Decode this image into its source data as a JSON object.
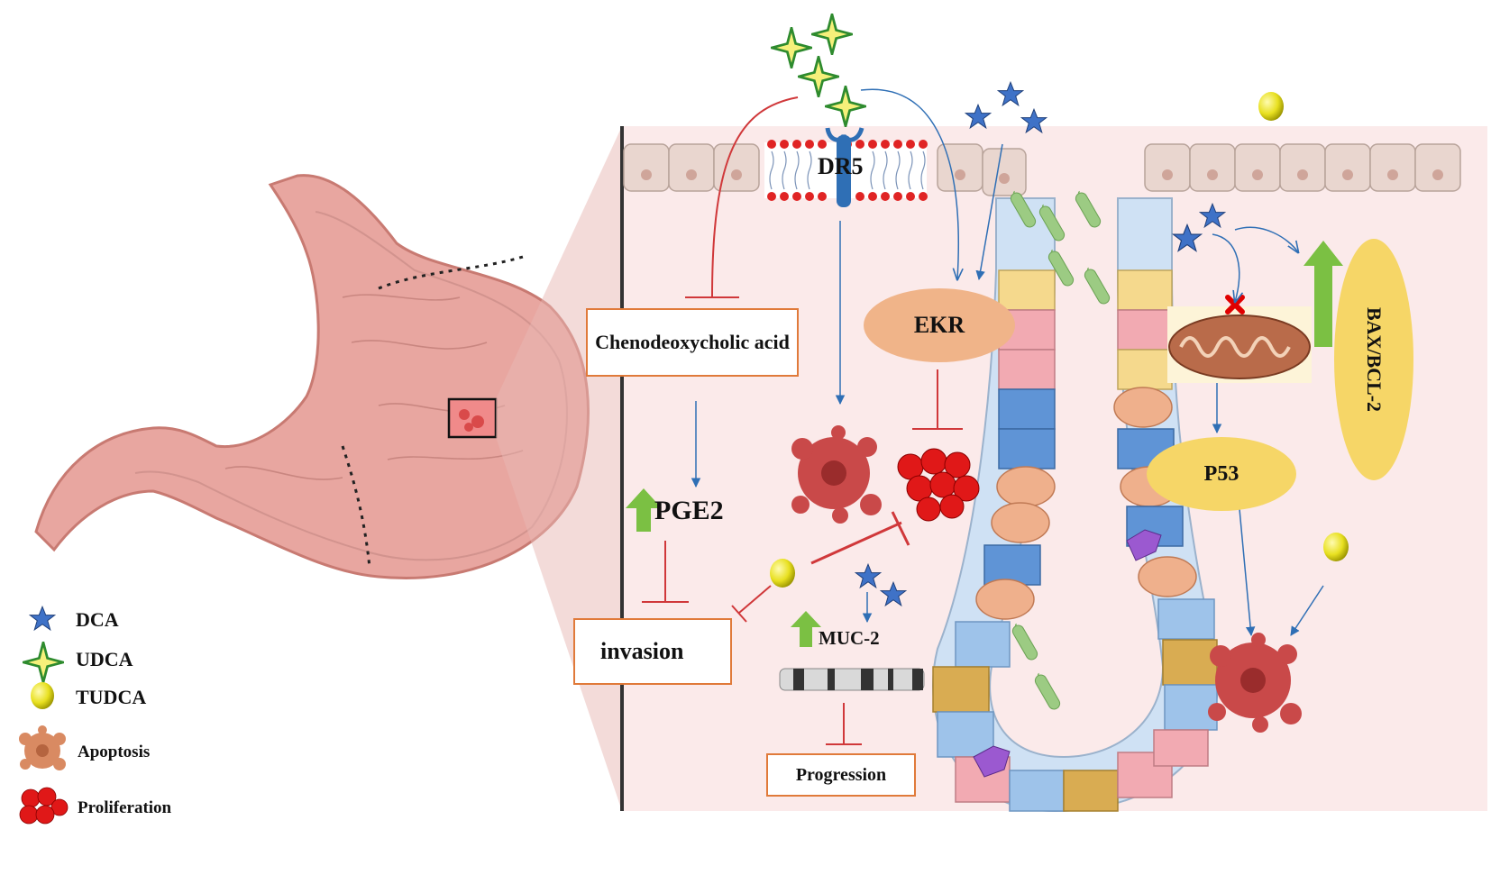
{
  "diagram": {
    "receptor_label": "DR5",
    "ekr_label": "EKR",
    "cdca_label": "Chenodeoxycholic acid",
    "pge2_label": "PGE2",
    "invasion_label": "invasion",
    "muc2_label": "MUC-2",
    "progression_label": "Progression",
    "p53_label": "P53",
    "bax_label": "BAX/BCL-2"
  },
  "legend": {
    "items": [
      {
        "icon": "dca-star-icon",
        "label": "DCA",
        "color": "#3e6fc1"
      },
      {
        "icon": "udca-star-icon",
        "label": "UDCA",
        "color": "#2e8b2e"
      },
      {
        "icon": "tudca-sphere-icon",
        "label": "TUDCA",
        "color": "#e6e21a"
      },
      {
        "icon": "apoptosis-cell-icon",
        "label": "Apoptosis",
        "color": "#d98a62"
      },
      {
        "icon": "proliferation-cells-icon",
        "label": "Proliferation",
        "color": "#e01818"
      }
    ]
  },
  "colors": {
    "inhibition": "#d0383a",
    "activation": "#2f6fb5",
    "upregulation_arrow": "#7bc043",
    "box_border": "#e07a3a",
    "ekr_fill": "#f0b489",
    "p53_fill": "#f6d667",
    "tissue_bg": "#fbeaea"
  }
}
